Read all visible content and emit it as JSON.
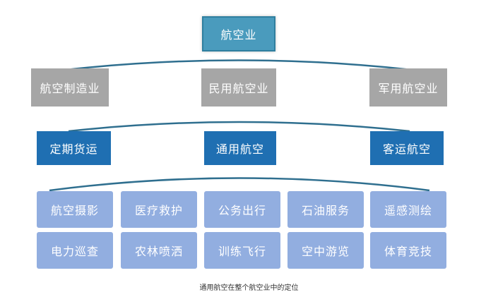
{
  "colors": {
    "root_fill": "#4a9bbd",
    "level1_fill": "#a6a6a6",
    "level2_fill": "#1f6fb2",
    "leaf_fill": "#92aee0",
    "connector": "#2f6f8f"
  },
  "diagram": {
    "root": "航空业",
    "level1": {
      "left": "航空制造业",
      "center": "民用航空业",
      "right": "军用航空业"
    },
    "level2": {
      "left": "定期货运",
      "center": "通用航空",
      "right": "客运航空"
    },
    "leaves_row1": [
      "航空摄影",
      "医疗救护",
      "公务出行",
      "石油服务",
      "遥感测绘"
    ],
    "leaves_row2": [
      "电力巡查",
      "农林喷洒",
      "训练飞行",
      "空中游览",
      "体育竞技"
    ]
  },
  "caption": "通用航空在整个航空业中的定位"
}
